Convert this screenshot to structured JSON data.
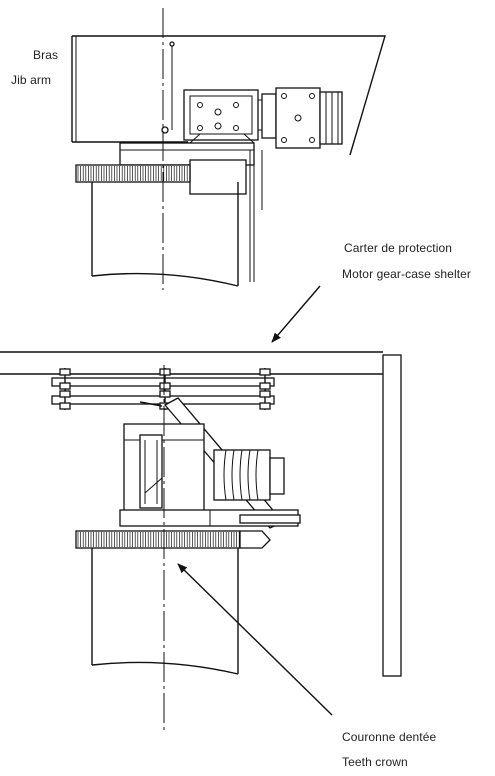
{
  "labels": {
    "jib_fr": "Bras",
    "jib_en": "Jib arm",
    "shelter_fr": "Carter de protection",
    "shelter_en": "Motor gear-case shelter",
    "crown_fr": "Couronne dentée",
    "crown_en": "Teeth crown"
  }
}
